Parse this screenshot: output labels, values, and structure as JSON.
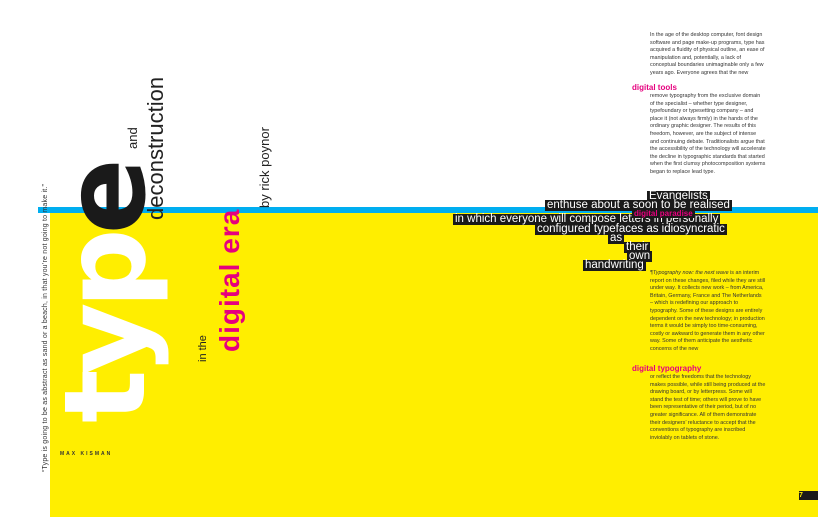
{
  "spread": {
    "big_word_part1": "typ",
    "big_word_part2": "e",
    "and_word": "and",
    "deconstruction_word": "deconstruction",
    "author": "by rick poynor",
    "in_the": "in the",
    "digital_era": "digital era",
    "quote": "“Type is going to be as abstract as sand or a beach, in that you’re not going to make it.”",
    "quote_author": "MAX KISMAN",
    "page_number": "7"
  },
  "column": {
    "para1": "In the age of the desktop computer, font design software and page make-up programs, type has acquired a fluidity of physical outline, an ease of manipulation and, potentially, a lack of conceptual boundaries unimaginable only a few years ago. Everyone agrees that the new",
    "heading_tools": "digital tools",
    "para2": "remove typography from the exclusive domain of the specialist – whether type designer, typefoundary or typesetting company – and place it (not always firmly) in the hands of the ordinary graphic designer. The results of this freedom, however, are the subject of intense and continuing debate. Traditionalists argue that the accessibility of the technology will accelerate the decline in typographic standards that started when the first clumsy photocomposition systems began to replace lead type.",
    "band_lines": [
      "Evangelists",
      "enthuse about a soon to be realised",
      "in which everyone will compose letters in personally",
      "configured typefaces as idiosyncratic",
      "as",
      "their",
      "own",
      "handwriting"
    ],
    "heading_paradise": "digital paradise",
    "para3_intro": "¶Typography now: the next wave",
    "para3": " is an interim report on these changes, filed while they are still under way. It collects new work – from America, Britain, Germany, France and The Netherlands – which is redefining our approach to typography. Some of these designs are entirely dependent on the new technology; in production terms it would be simply too time-consuming, costly or awkward to generate them in any other way. Some of them anticipate the aesthetic concerns of the new",
    "heading_typography": "digital typography",
    "para4": "or reflect the freedoms that the technology makes possible, while still being produced at the drawing board, or by letterpress. Some will stand the test of time; others will prove to have been representative of their period, but of no greater significance. All of them demonstrate their designers’ reluctance to accept that the conventions of typography are inscribed inviolably on tablets of stone."
  },
  "colors": {
    "yellow": "#ffee00",
    "blue": "#00aef0",
    "magenta": "#e6007e",
    "black": "#1a1a1a"
  }
}
